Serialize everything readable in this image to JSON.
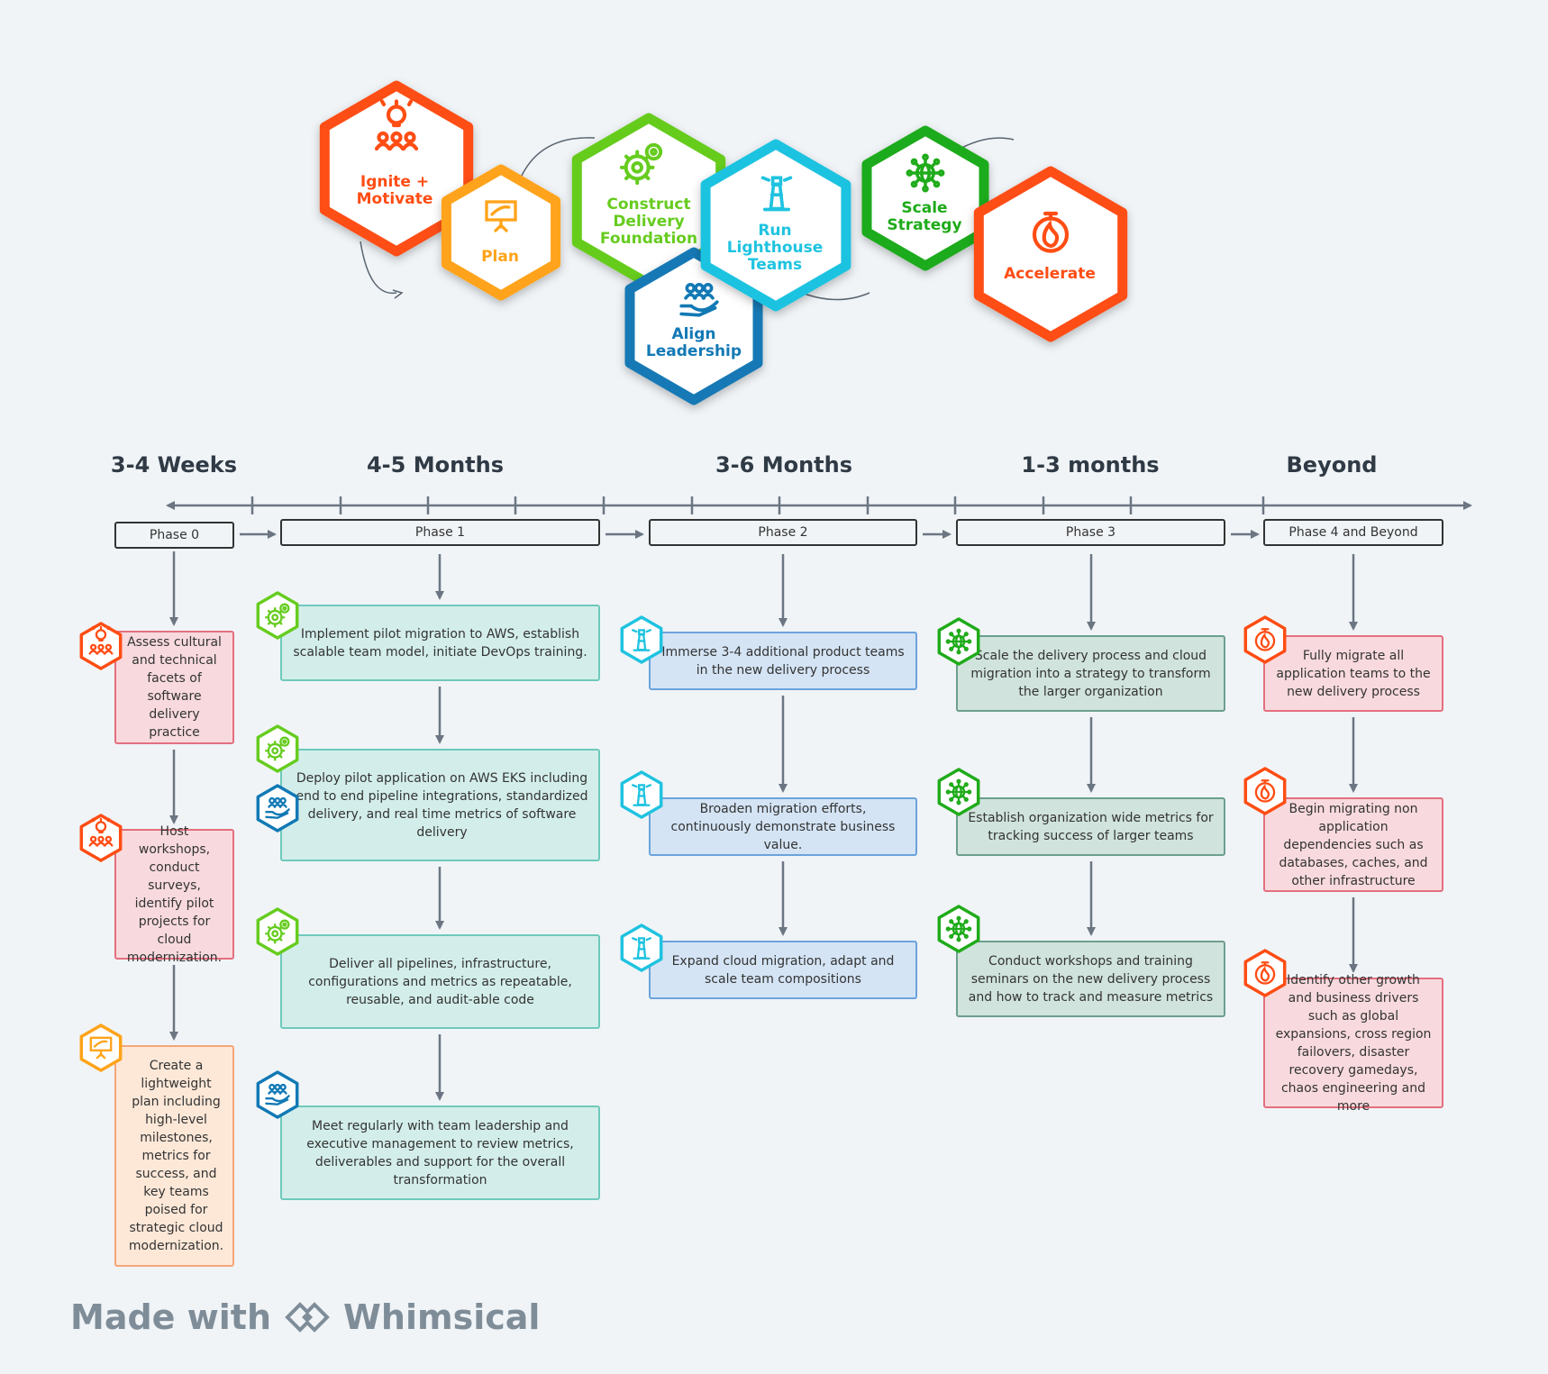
{
  "hexagons": [
    {
      "id": "ignite",
      "label": "Ignite +\nMotivate",
      "color": "#ff4d14",
      "icon": "lightbulb-team-icon"
    },
    {
      "id": "plan",
      "label": "Plan",
      "color": "#ffa31a",
      "icon": "strategy-board-icon"
    },
    {
      "id": "construct",
      "label": "Construct\nDelivery\nFoundation",
      "color": "#66cc1f",
      "icon": "gears-icon"
    },
    {
      "id": "run",
      "label": "Run\nLighthouse\nTeams",
      "color": "#1fc3e0",
      "icon": "lighthouse-icon"
    },
    {
      "id": "align",
      "label": "Align\nLeadership",
      "color": "#1279b5",
      "icon": "people-hand-icon"
    },
    {
      "id": "scale",
      "label": "Scale\nStrategy",
      "color": "#1fab1a",
      "icon": "network-globe-icon"
    },
    {
      "id": "accelerate",
      "label": "Accelerate",
      "color": "#ff4d14",
      "icon": "fire-stopwatch-icon"
    }
  ],
  "periods": [
    "3-4 Weeks",
    "4-5 Months",
    "3-6 Months",
    "1-3 months",
    "Beyond"
  ],
  "phases": [
    {
      "label": "Phase 0",
      "fill": "#fde8d8",
      "border": "#f5a57a"
    },
    {
      "label": "Phase 1",
      "fill": "#d3eeea",
      "border": "#6ec9bb"
    },
    {
      "label": "Phase 2",
      "fill": "#d4e4f4",
      "border": "#6ba3dc"
    },
    {
      "label": "Phase 3",
      "fill": "#d0e3dd",
      "border": "#6d9e8e"
    },
    {
      "label": "Phase 4 and Beyond",
      "fill": "#f8dade",
      "border": "#e46f7e"
    }
  ],
  "tasks": [
    [
      "Assess cultural and technical facets of software delivery practice",
      "Host workshops, conduct surveys, identify pilot projects for cloud modernization.",
      "Create a lightweight plan including high-level milestones, metrics for success, and key teams poised for strategic cloud modernization."
    ],
    [
      "Implement pilot migration to AWS, establish scalable team model, initiate DevOps training.",
      "Deploy pilot application on AWS EKS including end to end pipeline integrations, standardized delivery, and real time metrics of software delivery",
      "Deliver all pipelines, infrastructure, configurations and metrics as repeatable, reusable, and audit-able code",
      "Meet regularly with team leadership and executive management to review metrics, deliverables and support for the overall transformation"
    ],
    [
      "Immerse 3-4 additional product teams in the new delivery process",
      "Broaden migration efforts, continuously demonstrate business value.",
      "Expand cloud migration, adapt and scale team compositions"
    ],
    [
      "Scale the delivery process and cloud migration into a strategy to transform the larger organization",
      "Establish organization wide metrics for tracking success of larger teams",
      "Conduct workshops and training seminars on the new delivery process and how to track and measure metrics"
    ],
    [
      "Fully migrate all application teams to the new delivery process",
      "Begin migrating non application dependencies such as databases, caches, and other infrastructure",
      "Identify other growth and business drivers such as global expansions, cross region failovers, disaster recovery gamedays, chaos engineering and more"
    ]
  ],
  "footer": {
    "made_with": "Made with",
    "brand": "Whimsical",
    "brand_icon": "whimsical-logo-icon"
  }
}
